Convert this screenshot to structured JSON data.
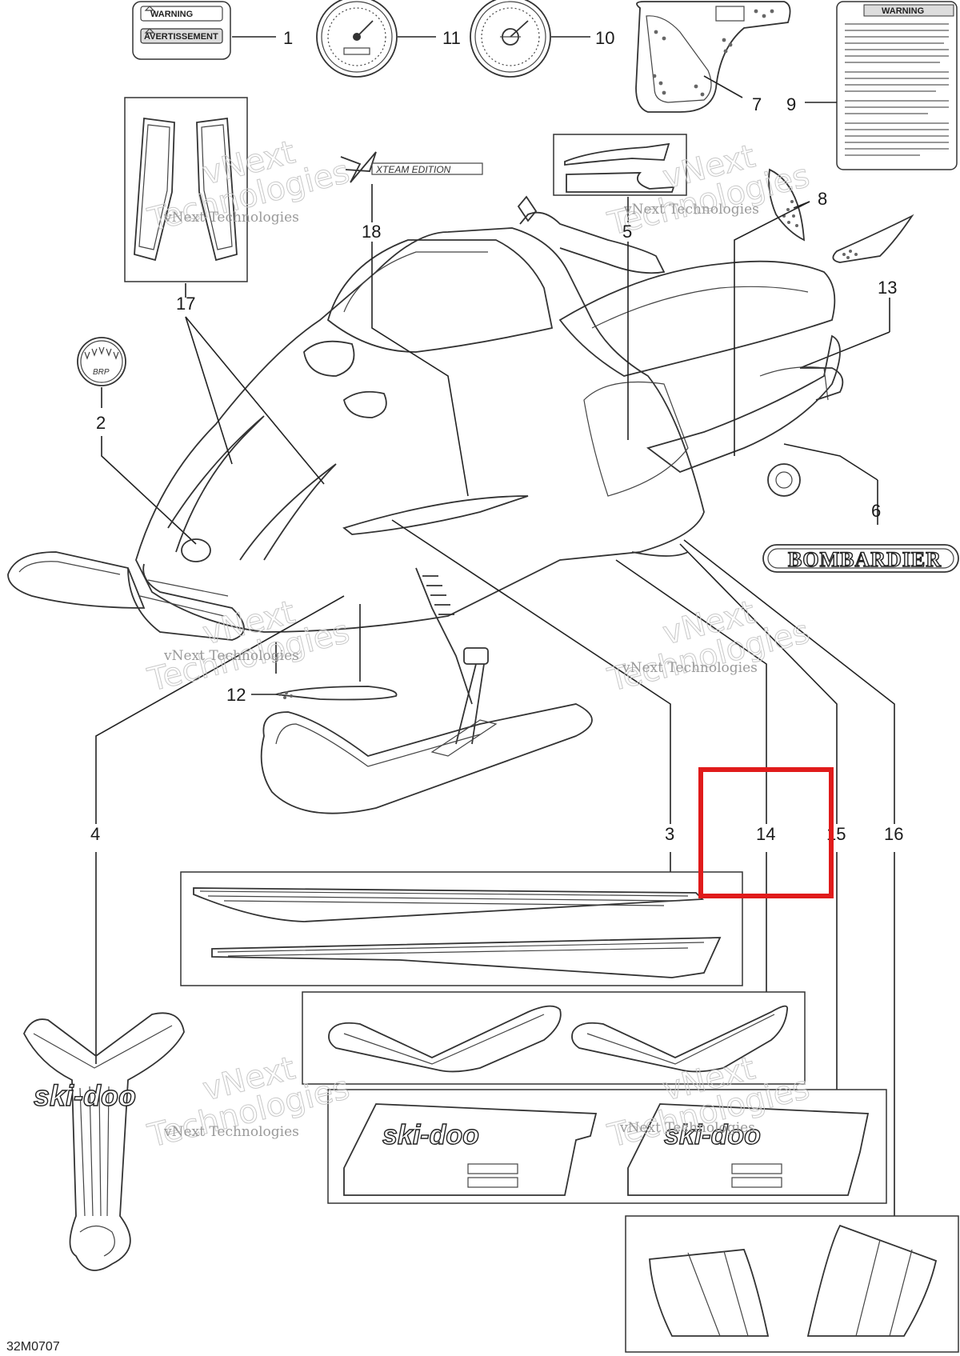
{
  "diagram": {
    "code": "32M0707",
    "watermark": {
      "line1": "vNext",
      "line2": "Technologies",
      "line3": "vNext Technologies"
    },
    "brand_label": "BOMBARDIER",
    "warning_label": {
      "line1": "WARNING",
      "line2": "AVERTISSEMENT"
    },
    "warning_card_title": "WARNING",
    "edition_label": "XTEAM EDITION",
    "decal_brand": "ski-doo",
    "callouts": [
      "1",
      "2",
      "3",
      "4",
      "5",
      "6",
      "7",
      "8",
      "9",
      "10",
      "11",
      "12",
      "13",
      "14",
      "15",
      "16",
      "17",
      "18"
    ],
    "highlight": {
      "target": "14",
      "color": "#e01b1b"
    }
  }
}
